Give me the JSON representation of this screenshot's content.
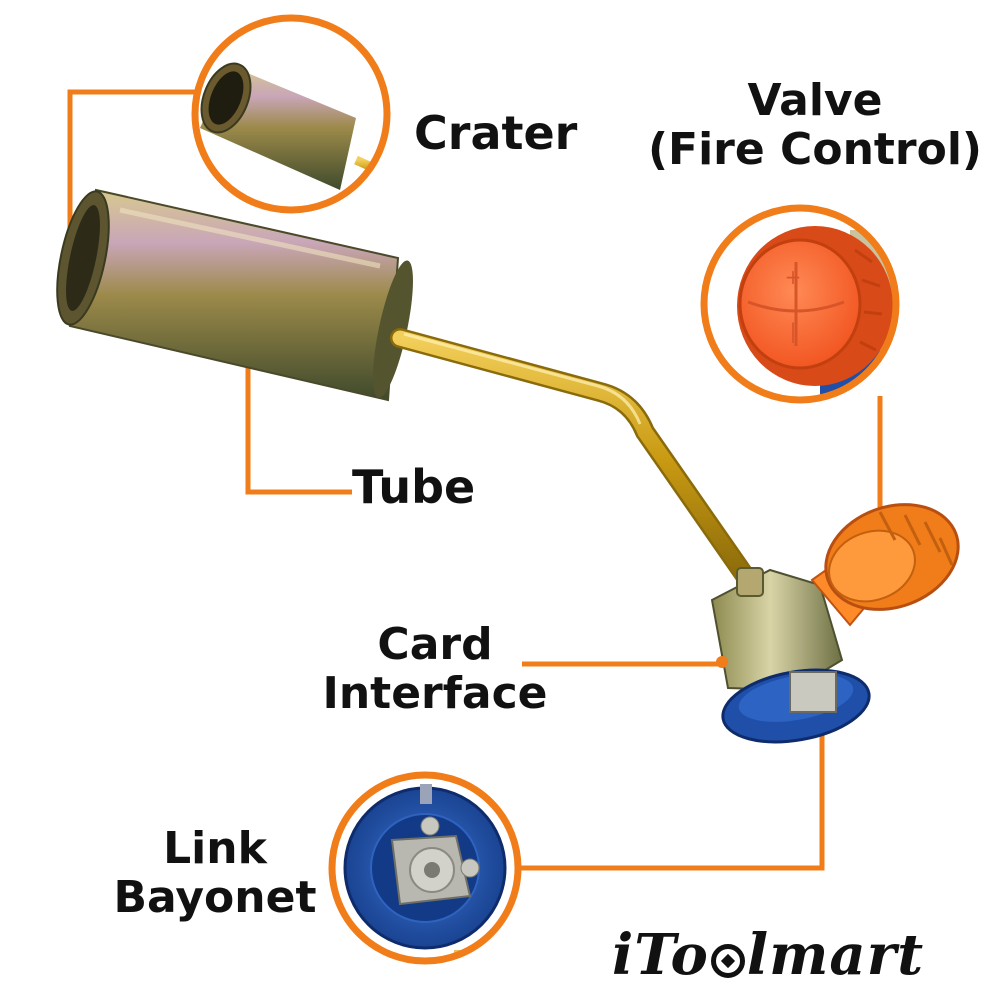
{
  "labels": {
    "crater": "Crater",
    "valve_line1": "Valve",
    "valve_line2": "(Fire Control)",
    "tube": "Tube",
    "card_line1": "Card",
    "card_line2": "Interface",
    "link_line1": "Link",
    "link_line2": "Bayonet"
  },
  "brand": {
    "part1": "iTo",
    "part2": "lmart"
  },
  "colors": {
    "callout": "#f07d19",
    "text": "#111111",
    "tube_metal": "#b9a66a",
    "rod_gold": "#d4a017",
    "valve_orange": "#ff6a2b",
    "connector_blue": "#1f4fa8"
  }
}
